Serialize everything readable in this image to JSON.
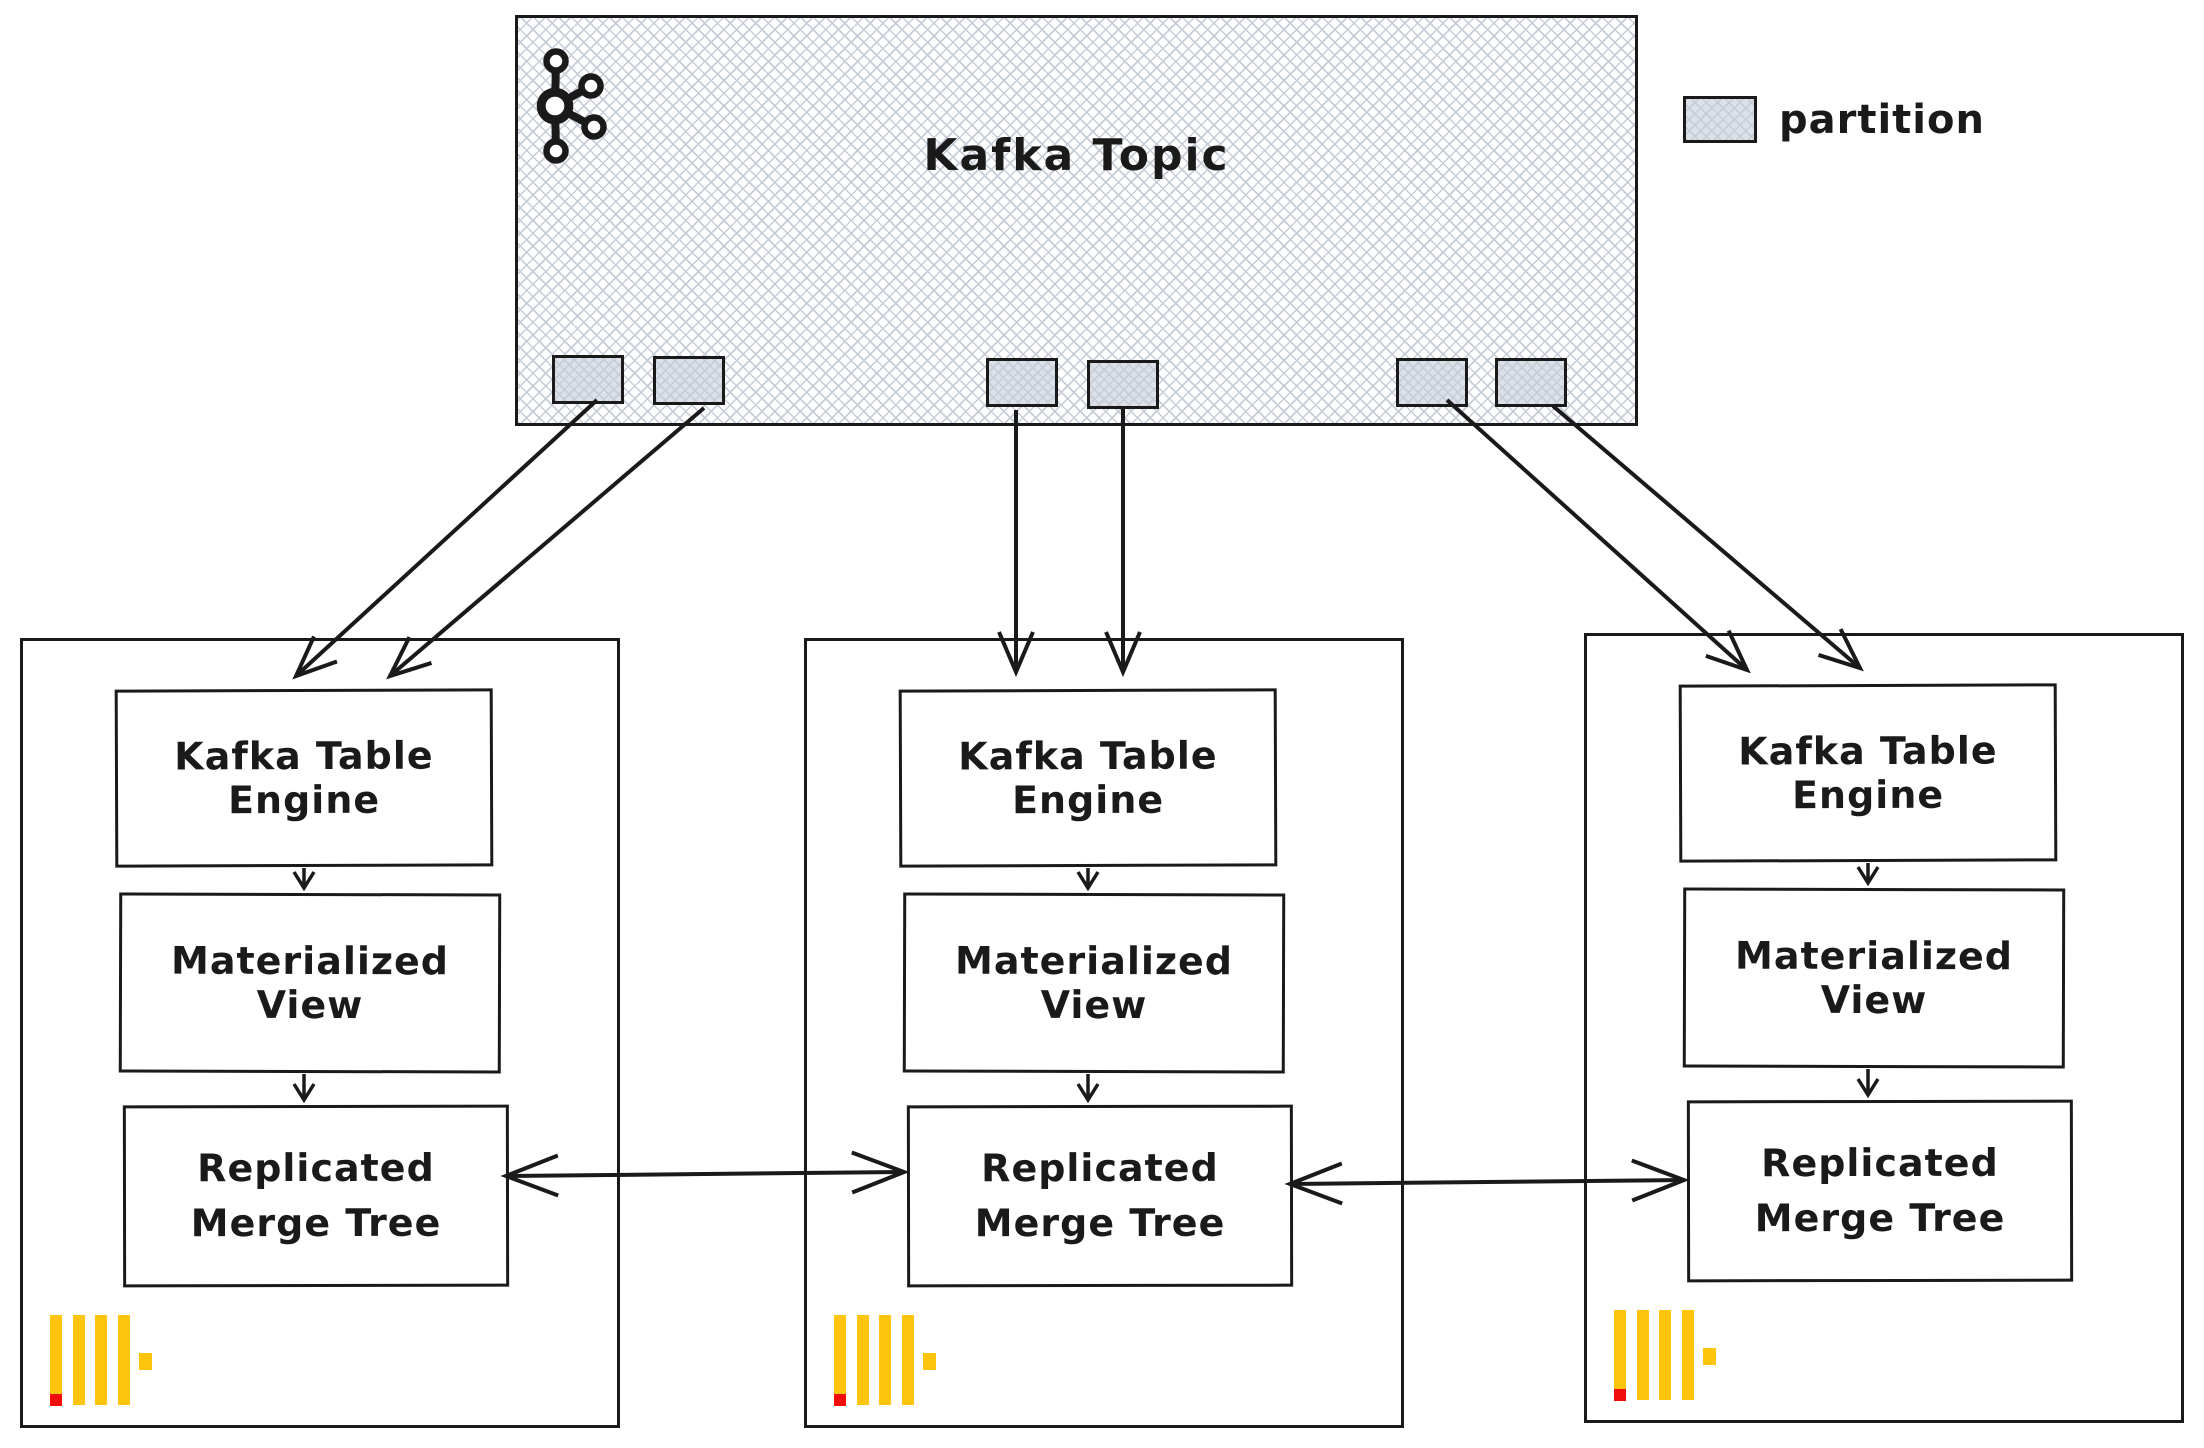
{
  "kafka": {
    "title": "Kafka Topic"
  },
  "legend": {
    "label": "partition"
  },
  "nodes": [
    {
      "kafka_table_engine": "Kafka Table Engine",
      "materialized_view": "Materialized View",
      "replicated_merge_tree_line1": "Replicated",
      "replicated_merge_tree_line2": "Merge Tree"
    },
    {
      "kafka_table_engine": "Kafka Table Engine",
      "materialized_view": "Materialized View",
      "replicated_merge_tree_line1": "Replicated",
      "replicated_merge_tree_line2": "Merge Tree"
    },
    {
      "kafka_table_engine": "Kafka Table Engine",
      "materialized_view": "Materialized View",
      "replicated_merge_tree_line1": "Replicated",
      "replicated_merge_tree_line2": "Merge Tree"
    }
  ],
  "icons": {
    "kafka_logo": "kafka-logo",
    "clickhouse_logo": "clickhouse-logo",
    "partition_swatch": "partition-swatch"
  },
  "colors": {
    "ink": "#1a1a1a",
    "hatch_line": "#c7cdd7",
    "partition_fill": "#dce1e9",
    "clickhouse_yellow": "#ffc40c",
    "clickhouse_red": "#f20d0d"
  }
}
